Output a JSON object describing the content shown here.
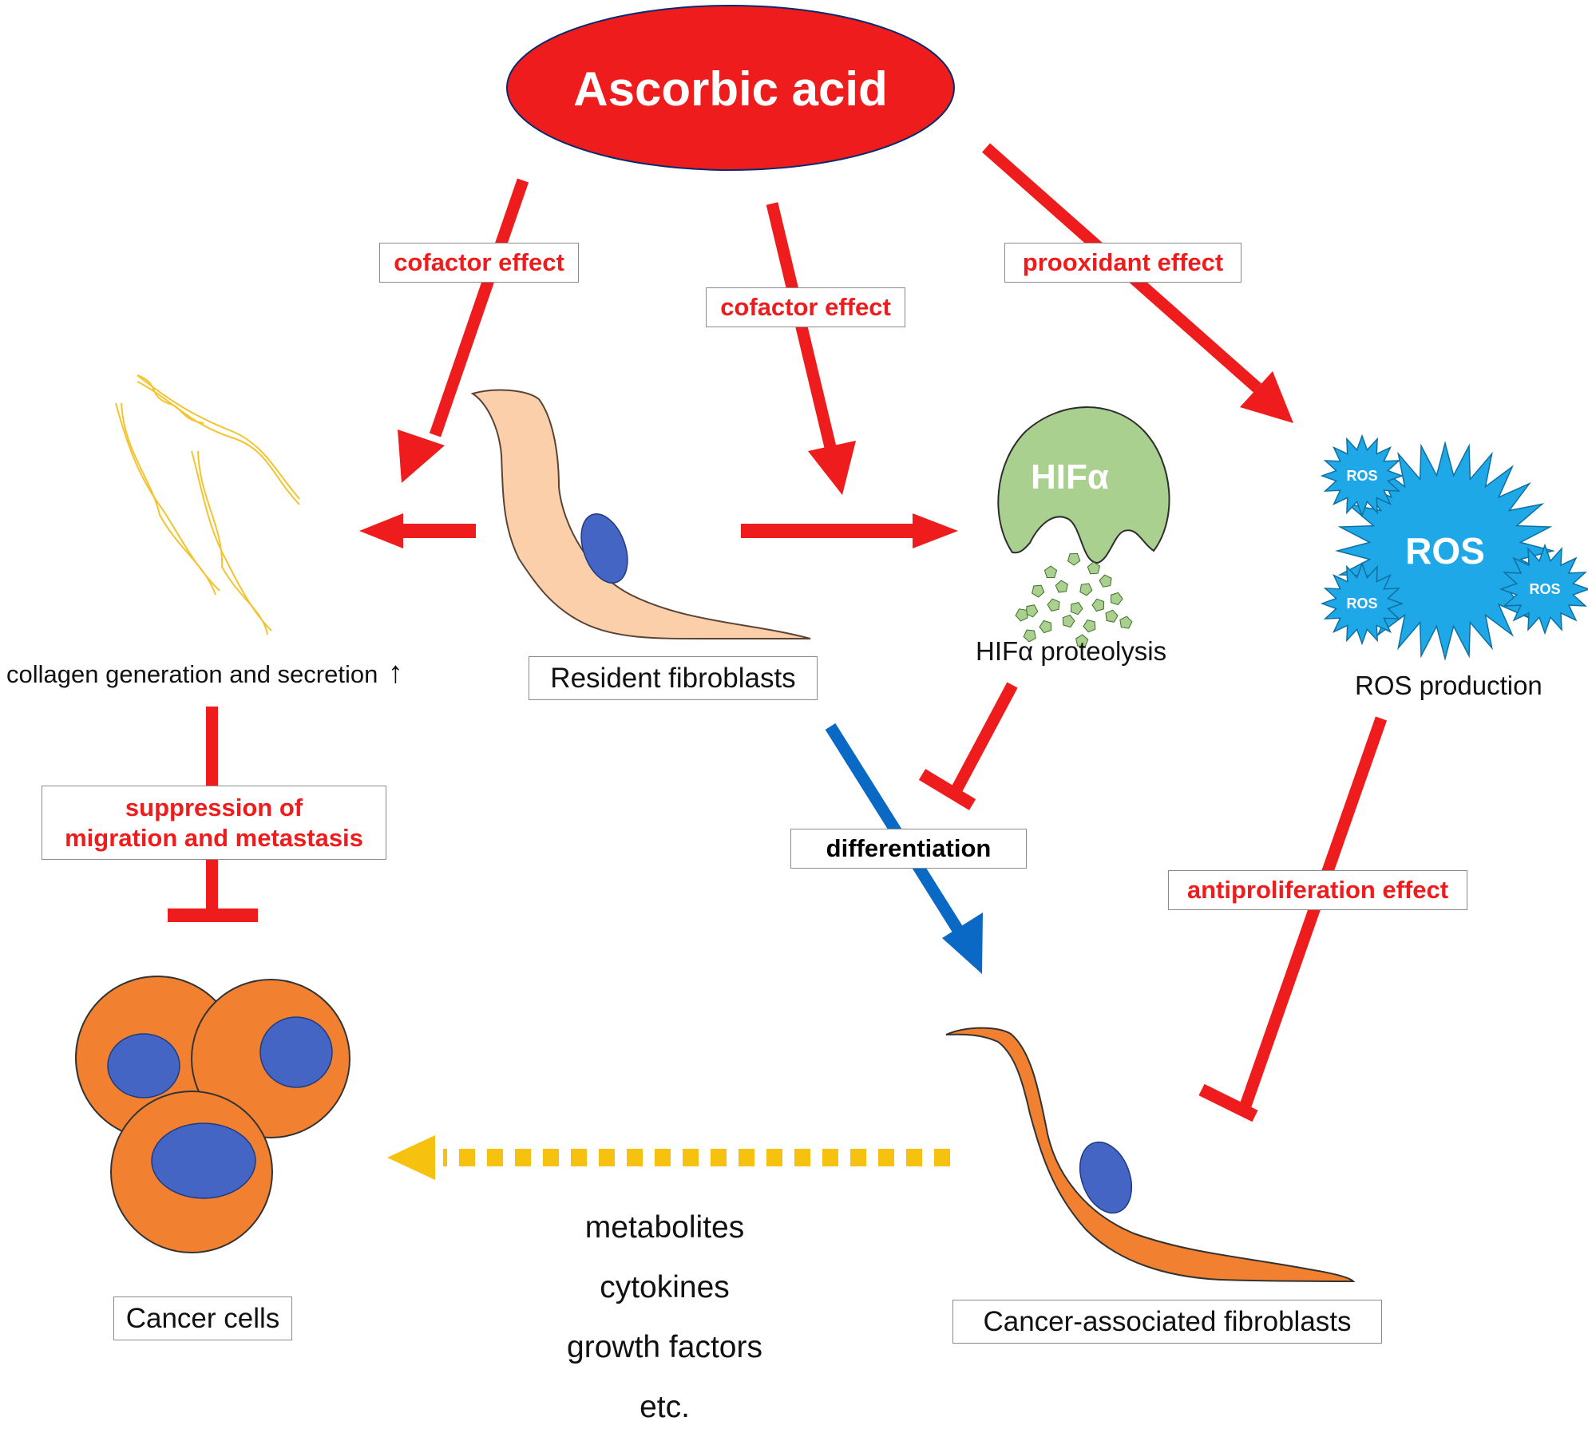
{
  "title": "Ascorbic acid",
  "effect_labels": {
    "cofactor_left": "cofactor effect",
    "cofactor_center": "cofactor effect",
    "prooxidant": "prooxidant effect",
    "suppression_line1": "suppression of",
    "suppression_line2": "migration and metastasis",
    "differentiation": "differentiation",
    "antiproliferation": "antiproliferation effect"
  },
  "node_labels": {
    "collagen": "collagen generation and secretion",
    "resident": "Resident fibroblasts",
    "hif_proteolysis": "HIFα proteolysis",
    "ros_production": "ROS production",
    "cancer_cells": "Cancer cells",
    "caf": "Cancer-associated fibroblasts"
  },
  "hif_text": "HIFα",
  "ros": {
    "main": "ROS",
    "small": "ROS"
  },
  "secreted_factors": [
    "metabolites",
    "cytokines",
    "growth factors",
    "etc."
  ],
  "up_arrow": "↑",
  "colors": {
    "red": "#ee1c1c",
    "blue": "#0a69c4",
    "yellow": "#f7c10f",
    "orange": "#f18130",
    "cell_blue": "#4565c4",
    "skin": "#fbcfaa",
    "hif_green": "#a9d08e",
    "ros_blue": "#1fa8e8",
    "collagen": "#f3c430"
  }
}
